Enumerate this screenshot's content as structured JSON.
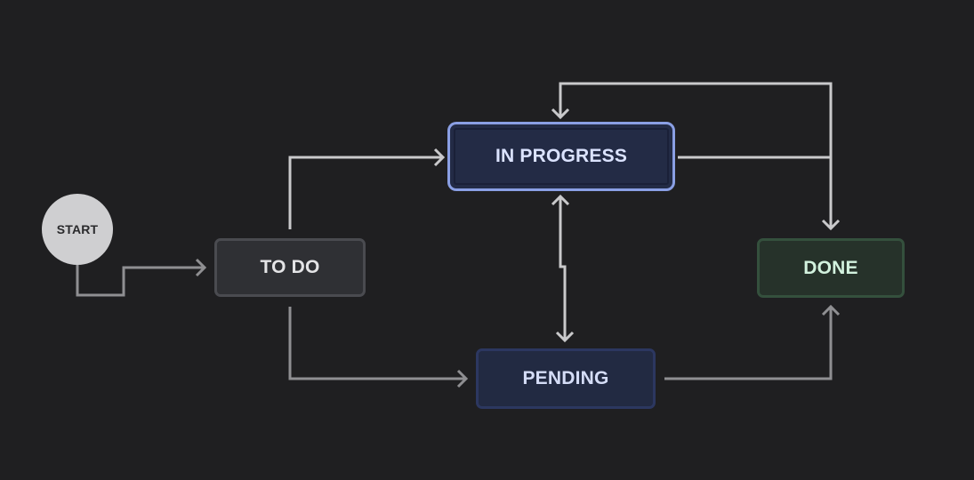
{
  "diagram": {
    "nodes": {
      "start": "START",
      "todo": "TO DO",
      "in_progress": "IN PROGRESS",
      "pending": "PENDING",
      "done": "DONE"
    },
    "edges": [
      {
        "from": "start",
        "to": "todo"
      },
      {
        "from": "todo",
        "to": "in_progress"
      },
      {
        "from": "todo",
        "to": "pending"
      },
      {
        "from": "in_progress",
        "to": "done"
      },
      {
        "from": "done",
        "to": "in_progress"
      },
      {
        "from": "in_progress",
        "to": "pending",
        "bidirectional": true
      },
      {
        "from": "pending",
        "to": "done"
      }
    ],
    "colors": {
      "background": "#1f1f21",
      "edge_light": "#c9c9cb",
      "edge_dim": "#8f8f92",
      "in_progress_border": "#8a9fe4",
      "done_text": "#d2f2de"
    }
  }
}
